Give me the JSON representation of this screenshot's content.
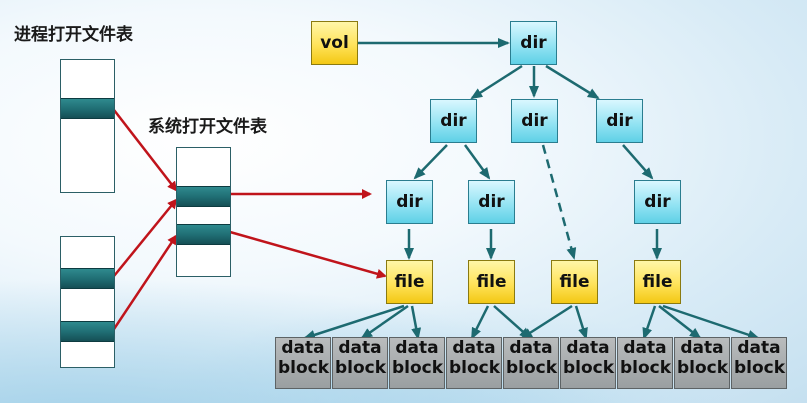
{
  "titles": {
    "process_table": "进程打开文件表",
    "system_table": "系统打开文件表"
  },
  "nodes": {
    "vol": "vol",
    "dir": "dir",
    "file": "file"
  },
  "block": {
    "line1": "data",
    "line2": "block"
  },
  "colors": {
    "red_arrow": "#c0141b",
    "tree_edge": "#1d6a70",
    "dir_fill": "#8fe2f2",
    "file_fill": "#ffe35a",
    "block_fill": "#a3a7a9"
  }
}
